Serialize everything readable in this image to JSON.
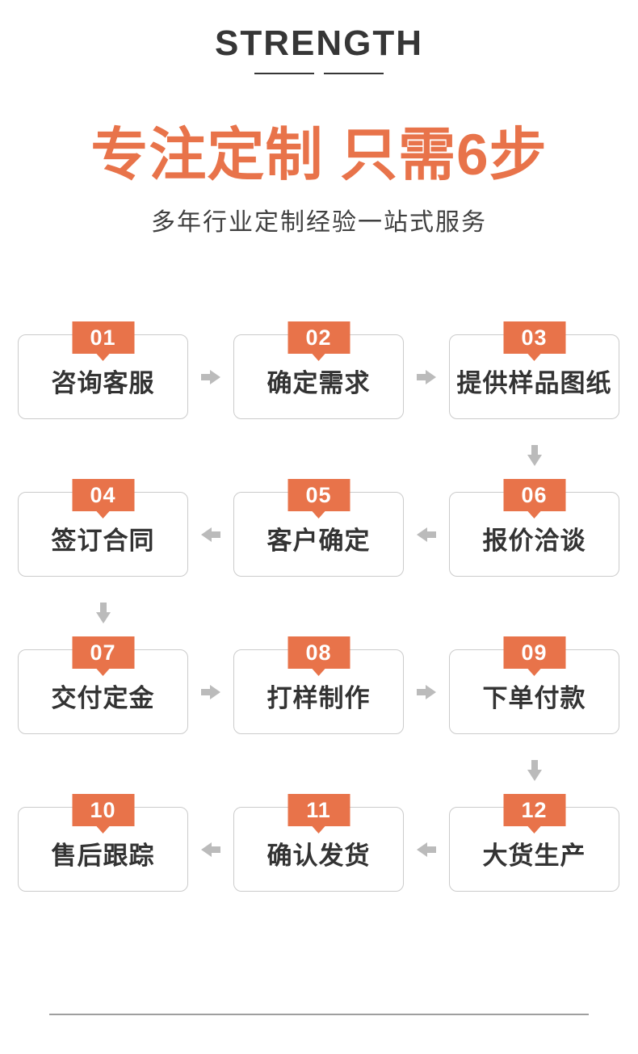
{
  "header": {
    "title": "STRENGTH"
  },
  "hero": {
    "heading": "专注定制 只需6步",
    "subheading": "多年行业定制经验一站式服务"
  },
  "colors": {
    "accent_orange": "#e8734a",
    "arrow_gray": "#bbbbbb",
    "box_border": "#cbcbcb",
    "text_dark": "#333333"
  },
  "process": {
    "steps": [
      {
        "num": "01",
        "label": "咨询客服"
      },
      {
        "num": "02",
        "label": "确定需求"
      },
      {
        "num": "03",
        "label": "提供样品图纸"
      },
      {
        "num": "04",
        "label": "签订合同"
      },
      {
        "num": "05",
        "label": "客户确定"
      },
      {
        "num": "06",
        "label": "报价洽谈"
      },
      {
        "num": "07",
        "label": "交付定金"
      },
      {
        "num": "08",
        "label": "打样制作"
      },
      {
        "num": "09",
        "label": "下单付款"
      },
      {
        "num": "10",
        "label": "售后跟踪"
      },
      {
        "num": "11",
        "label": "确认发货"
      },
      {
        "num": "12",
        "label": "大货生产"
      }
    ]
  }
}
